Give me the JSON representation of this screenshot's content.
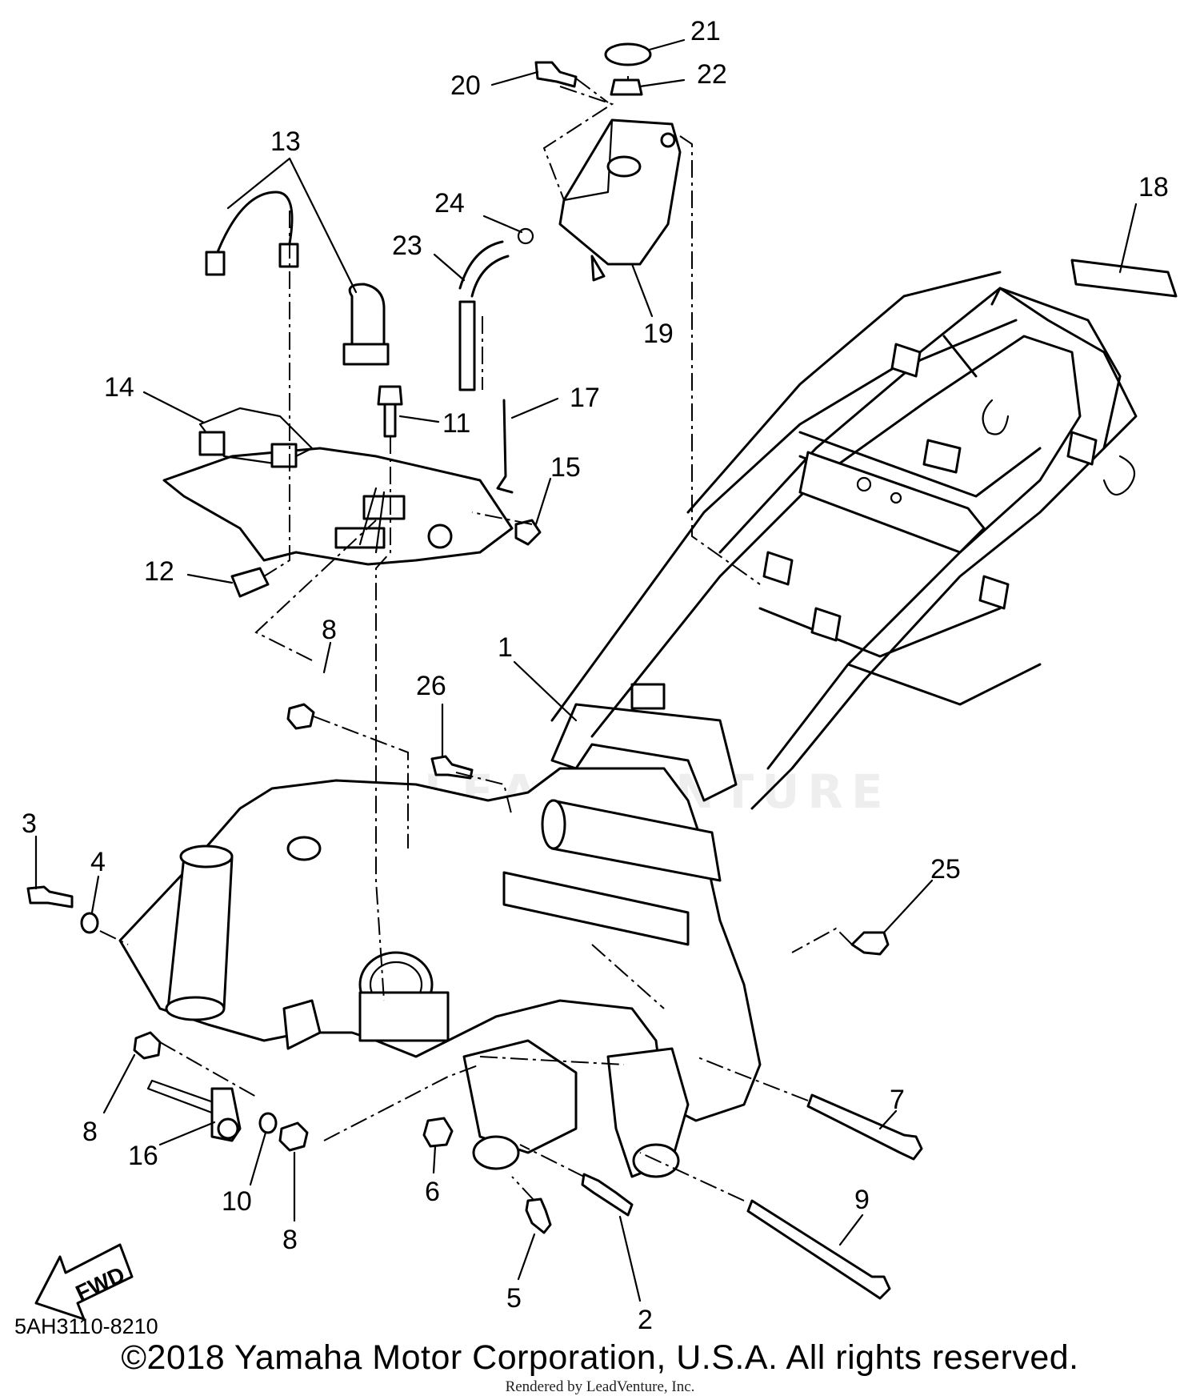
{
  "diagram": {
    "callouts": [
      {
        "id": "c1",
        "label": "1"
      },
      {
        "id": "c2",
        "label": "2"
      },
      {
        "id": "c3",
        "label": "3"
      },
      {
        "id": "c4",
        "label": "4"
      },
      {
        "id": "c5",
        "label": "5"
      },
      {
        "id": "c6",
        "label": "6"
      },
      {
        "id": "c7",
        "label": "7"
      },
      {
        "id": "c8a",
        "label": "8"
      },
      {
        "id": "c8b",
        "label": "8"
      },
      {
        "id": "c8c",
        "label": "8"
      },
      {
        "id": "c9",
        "label": "9"
      },
      {
        "id": "c10",
        "label": "10"
      },
      {
        "id": "c11",
        "label": "11"
      },
      {
        "id": "c12",
        "label": "12"
      },
      {
        "id": "c13",
        "label": "13"
      },
      {
        "id": "c14",
        "label": "14"
      },
      {
        "id": "c15",
        "label": "15"
      },
      {
        "id": "c16",
        "label": "16"
      },
      {
        "id": "c17",
        "label": "17"
      },
      {
        "id": "c18",
        "label": "18"
      },
      {
        "id": "c19",
        "label": "19"
      },
      {
        "id": "c20",
        "label": "20"
      },
      {
        "id": "c21",
        "label": "21"
      },
      {
        "id": "c22",
        "label": "22"
      },
      {
        "id": "c23",
        "label": "23"
      },
      {
        "id": "c24",
        "label": "24"
      },
      {
        "id": "c25",
        "label": "25"
      },
      {
        "id": "c26",
        "label": "26"
      }
    ],
    "fwd_label": "FWD",
    "reference_code": "5AH3110-8210",
    "copyright": "©2018 Yamaha Motor Corporation, U.S.A. All rights reserved.",
    "rendered_by": "Rendered by LeadVenture, Inc.",
    "watermark": "LEADVENTURE"
  }
}
